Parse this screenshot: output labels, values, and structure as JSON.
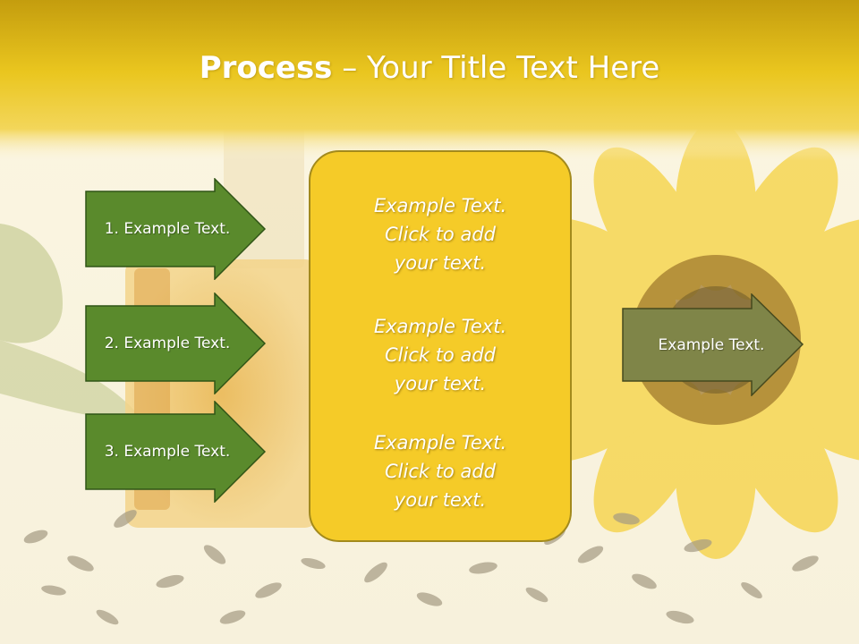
{
  "slide": {
    "title_bold": "Process",
    "title_rest": " – Your Title Text Here",
    "left_arrows": [
      {
        "label": "1. Example Text."
      },
      {
        "label": "2. Example Text."
      },
      {
        "label": "3. Example Text."
      }
    ],
    "center_blocks": [
      {
        "lines": [
          "Example Text.",
          "Click  to add",
          "your text."
        ]
      },
      {
        "lines": [
          "Example Text.",
          "Click  to add",
          "your text."
        ]
      },
      {
        "lines": [
          "Example Text.",
          "Click  to add",
          "your text."
        ]
      }
    ],
    "right_arrow": {
      "label": "Example Text."
    }
  },
  "colors": {
    "title_band": "#e9c21f",
    "left_arrow_fill": "#5a8a2c",
    "left_arrow_border": "#2f5416",
    "right_arrow_fill": "#7f8548",
    "right_arrow_border": "#45491e",
    "center_box_fill": "#f5cb28",
    "center_box_border": "#a38a1c"
  }
}
